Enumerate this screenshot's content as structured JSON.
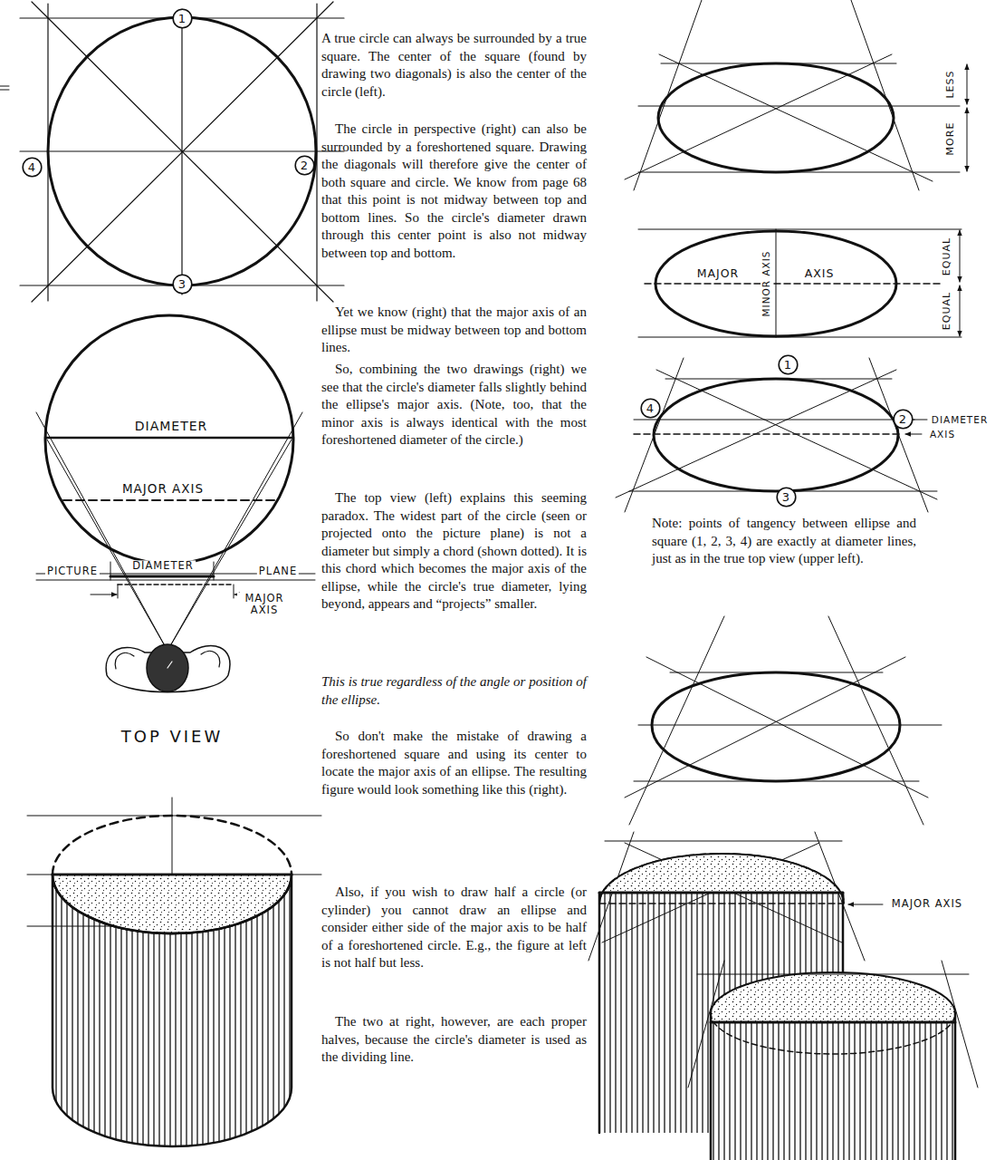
{
  "diagram": {
    "nodes": [
      {
        "text": [
          "1"
        ]
      },
      {
        "text": [
          "4"
        ]
      },
      {
        "text": [
          "2"
        ]
      },
      {
        "text": [
          "3"
        ]
      },
      {
        "text": [
          "1"
        ]
      },
      {
        "text": [
          "4"
        ]
      },
      {
        "text": [
          "2"
        ]
      },
      {
        "text": [
          "3"
        ]
      }
    ],
    "labels": [
      "A true circle can always be surrounded by a true square. The center of the square (found by drawing two diagonals) is also the center of the circle (left).",
      "The circle in perspective (right) can also be surrounded by a foreshortened square. Drawing the diagonals will therefore give the center of both square and circle. We know from page 68 that this point is not midway between top and bottom lines. So the circle's diameter drawn through this center point is also not midway between top and bottom.",
      "Yet we know (right) that the major axis of an ellipse must be midway between top and bottom lines.",
      "So, combining the two drawings (right) we see that the circle's diameter falls slightly behind the ellipse's major axis. (Note, too, that the minor axis is always identical with the most foreshortened diameter of the circle.)",
      "DIAMETER",
      "MAJOR AXIS",
      "The top view (left) explains this seeming paradox. The widest part of the circle (seen or projected onto the picture plane) is not a diameter but simply a chord (shown dotted). It is this chord which becomes the major axis of the ellipse, while the circle's true diameter, lying beyond, appears and “projects” smaller.",
      "PICTURE",
      "DIAMETER",
      "PLANE",
      "MAJOR AXIS",
      "This is true regardless of the angle or position of the ellipse.",
      "TOP VIEW",
      "So don't make the mistake of drawing a foreshortened square and using its center to locate the major axis of an ellipse. The resulting figure would look something like this (right).",
      "Also, if you wish to draw half a circle (or cylinder) you cannot draw an ellipse and consider either side of the major axis to be half of a foreshortened circle. E.g., the figure at left is not half but less.",
      "The two at right, however, are each proper halves, because the circle's diameter is used as the dividing line.",
      "LESS",
      "MORE",
      "MAJOR",
      "AXIS",
      "MINOR AXIS",
      "EQUAL",
      "EQUAL",
      "DIAMETER",
      "AXIS",
      "Note: points of tangency between ellipse and square (1, 2, 3, 4) are exactly at diameter lines, just as in the true top view (upper left).",
      "MAJOR AXIS"
    ]
  }
}
